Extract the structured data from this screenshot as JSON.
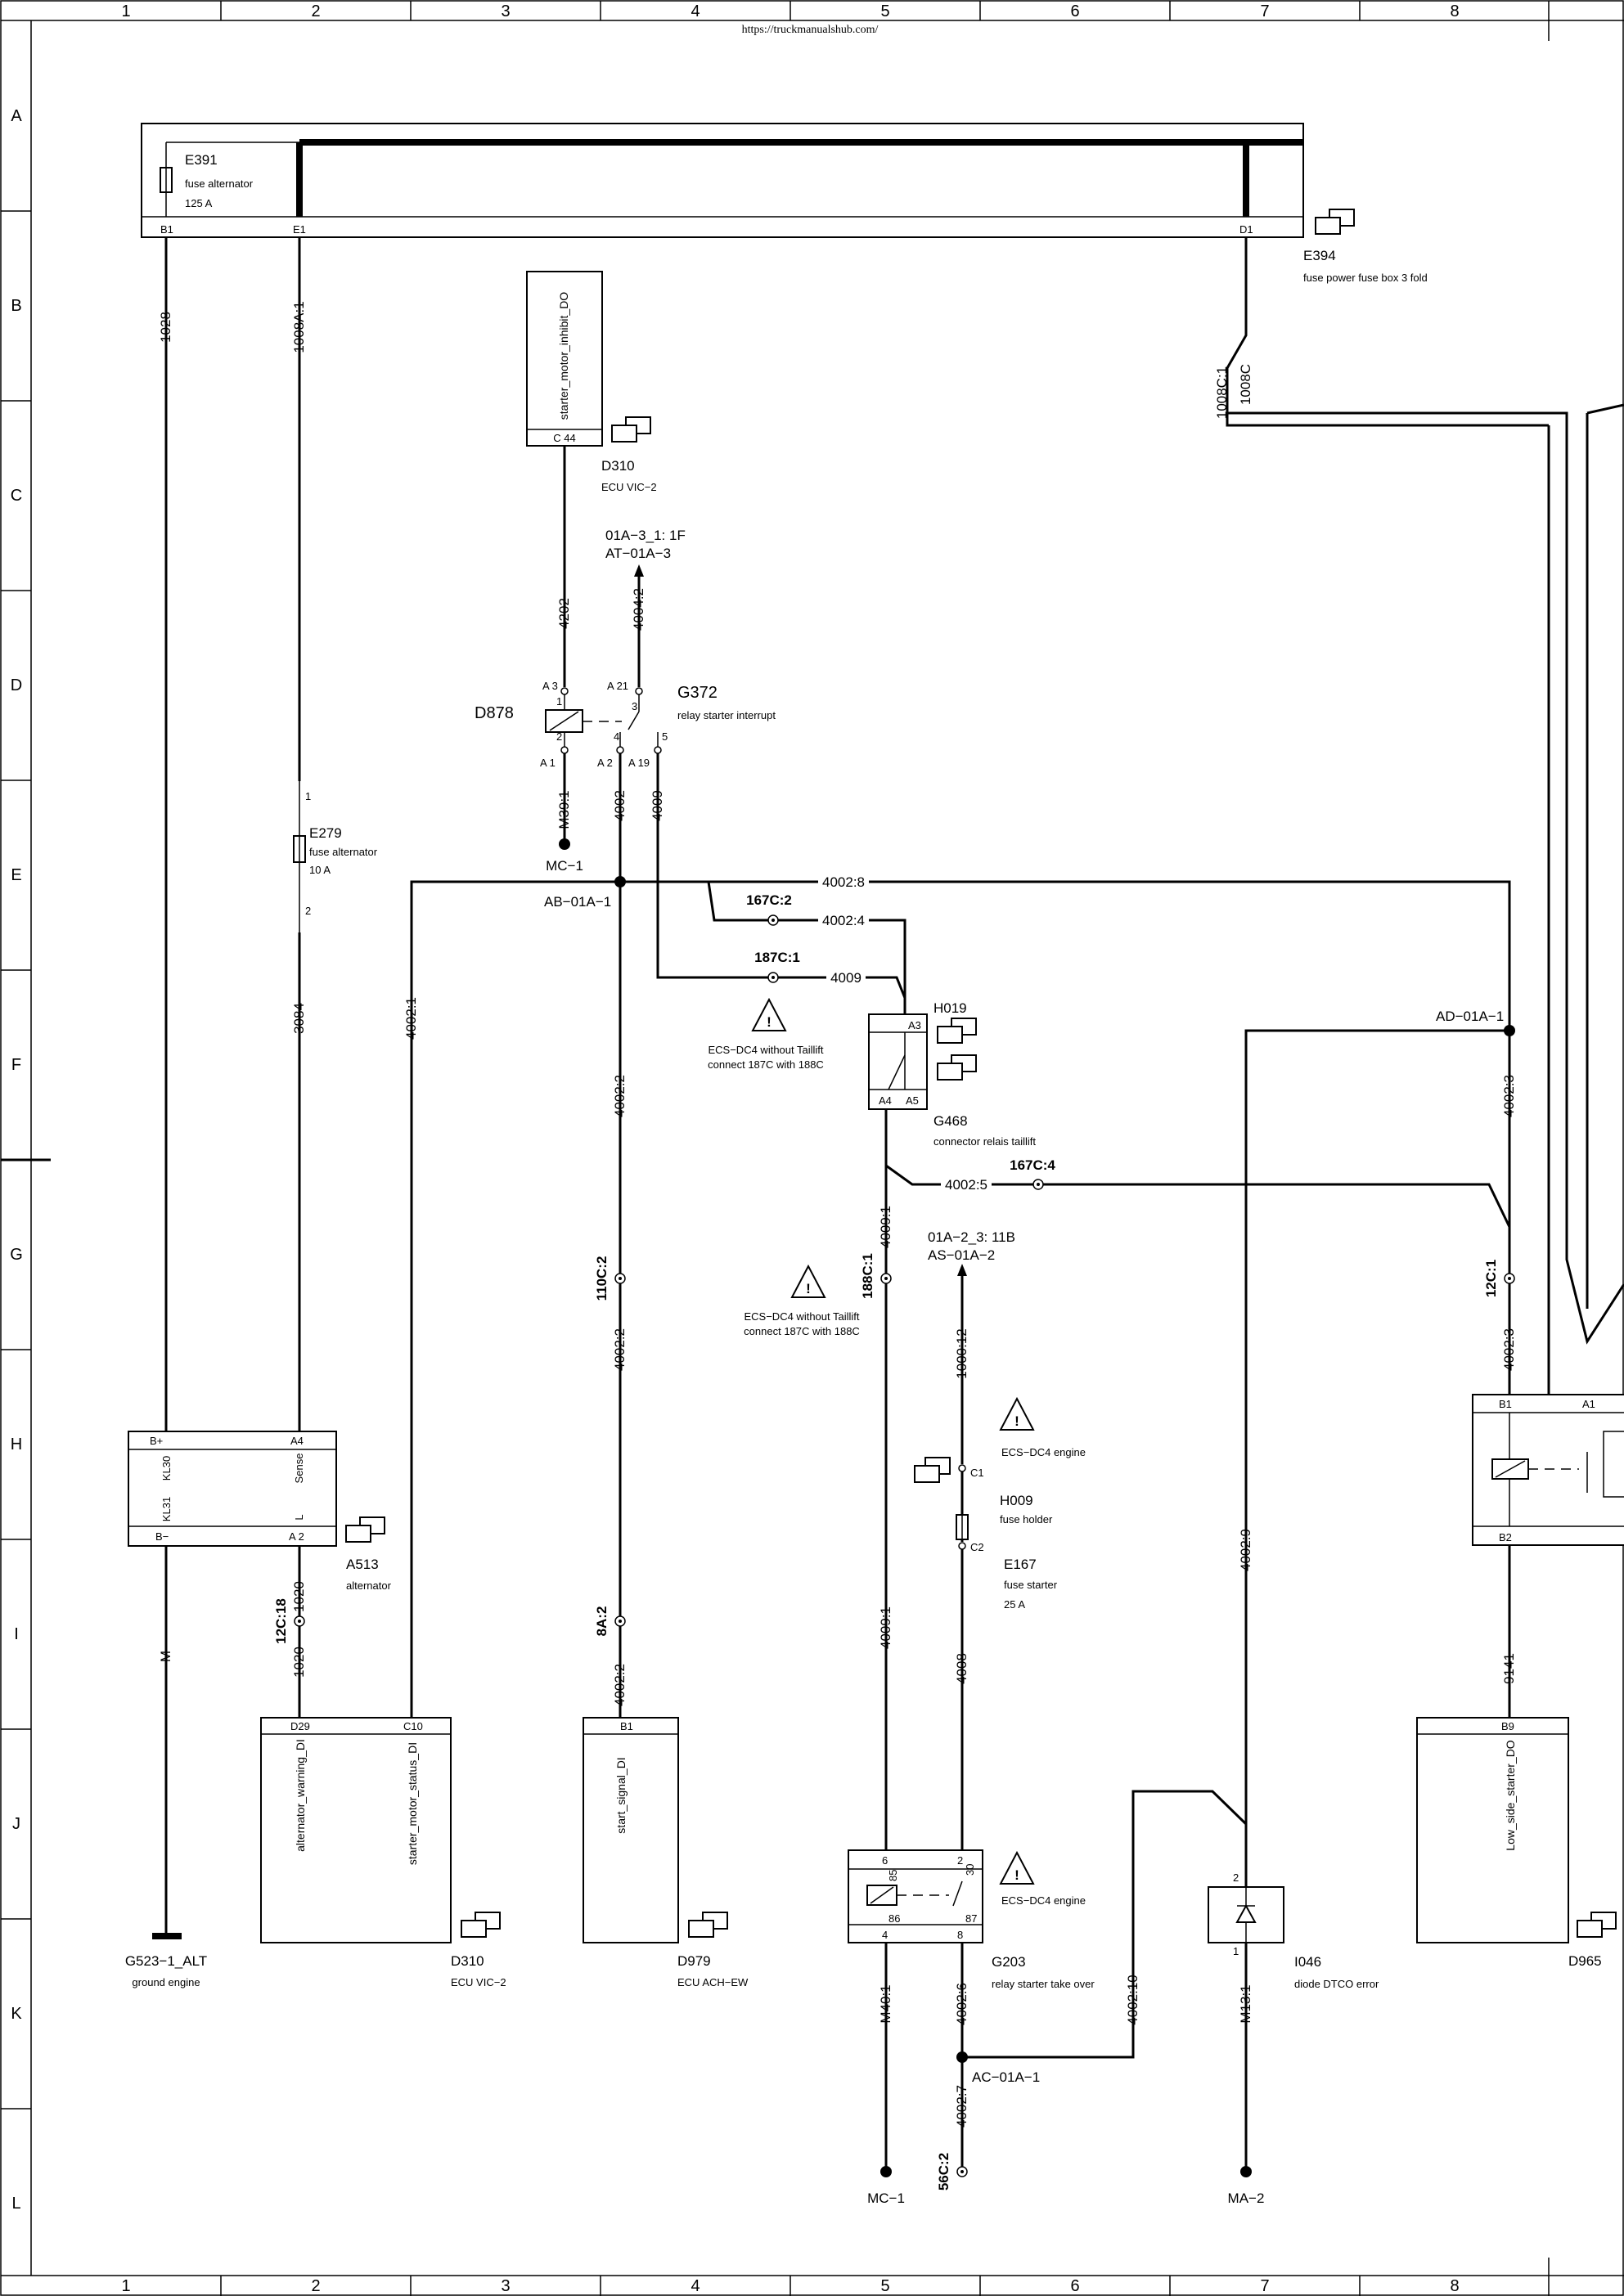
{
  "header_url": "https://truckmanualshub.com/",
  "columns": [
    "1",
    "2",
    "3",
    "4",
    "5",
    "6",
    "7",
    "8"
  ],
  "rows": [
    "A",
    "B",
    "C",
    "D",
    "E",
    "F",
    "G",
    "H",
    "I",
    "J",
    "K",
    "L"
  ],
  "components": {
    "e394": {
      "id": "E394",
      "desc": "fuse power fuse box 3 fold",
      "pin_b1": "B1",
      "pin_e1": "E1",
      "pin_d1": "D1"
    },
    "e391": {
      "id": "E391",
      "desc1": "fuse alternator",
      "desc2": "125 A"
    },
    "d310_top": {
      "id": "D310",
      "desc": "ECU VIC−2",
      "signal": "starter_motor_inhibit_DO",
      "pin": "C 44"
    },
    "d878": {
      "id": "D878"
    },
    "g372": {
      "id": "G372",
      "desc": "relay starter interrupt",
      "pins": [
        "A 3",
        "A 21",
        "A 1",
        "A 2",
        "A 19",
        "1",
        "2",
        "3",
        "4",
        "5"
      ]
    },
    "e279": {
      "id": "E279",
      "desc1": "fuse alternator",
      "desc2": "10 A",
      "pin1": "1",
      "pin2": "2"
    },
    "h019": {
      "id": "H019",
      "pin_a3": "A3",
      "pin_a4": "A4",
      "pin_a5": "A5"
    },
    "g468": {
      "id": "G468",
      "desc": "connector relais taillift"
    },
    "a513": {
      "id": "A513",
      "desc": "alternator",
      "bplus": "B+",
      "a4": "A4",
      "kl30": "KL30",
      "sense": "Sense",
      "kl31": "KL31",
      "l": "L",
      "bminus": "B−",
      "a2": "A 2"
    },
    "h009": {
      "id": "H009",
      "desc": "fuse holder",
      "c1": "C1",
      "c2": "C2"
    },
    "e167": {
      "id": "E167",
      "desc1": "fuse starter",
      "desc2": "25 A"
    },
    "d310_bottom": {
      "id": "D310",
      "desc": "ECU VIC−2",
      "pin_d29": "D29",
      "pin_c10": "C10",
      "sig1": "alternator_warning_DI",
      "sig2": "starter_motor_status_DI"
    },
    "d979": {
      "id": "D979",
      "desc": "ECU ACH−EW",
      "pin": "B1",
      "sig": "start_signal_DI"
    },
    "g203": {
      "id": "G203",
      "desc": "relay starter take over",
      "pins": [
        "6",
        "2",
        "30",
        "85",
        "86",
        "87",
        "4",
        "8"
      ]
    },
    "i046": {
      "id": "I046",
      "desc": "diode DTCO error",
      "p2": "2",
      "p1": "1"
    },
    "d965": {
      "id": "D965",
      "pin": "B9",
      "sig": "Low_side_starter_DO"
    },
    "relay_right": {
      "b1": "B1",
      "a1": "A1",
      "b2": "B2"
    },
    "g523": {
      "id": "G523−1_ALT",
      "desc": "ground engine"
    }
  },
  "wires": {
    "w1028": "1028",
    "w1008a": "1008A:1",
    "w1008c1": "1008C:1",
    "w1008c": "1008C",
    "w4202": "4202",
    "w4004": "4004:2",
    "w_m39": "M39:1",
    "w4002": "4002",
    "w4009": "4009",
    "w3084": "3084",
    "w4002_1": "4002:1",
    "w4002_8": "4002:8",
    "w4002_4": "4002:4",
    "w4009b": "4009",
    "w4002_2a": "4002:2",
    "w4002_2b": "4002:2",
    "w4002_2c": "4002:2",
    "w4009_1a": "4009:1",
    "w4009_1b": "4009:1",
    "w4002_5": "4002:5",
    "w1000_12": "1000:12",
    "w4008": "4008",
    "w1020a": "1020",
    "w1020b": "1020",
    "w_m": "M",
    "w4002_3a": "4002:3",
    "w4002_3b": "4002:3",
    "w9141": "9141",
    "w4002_9": "4002:9",
    "w_m40": "M40:1",
    "w4002_6": "4002:6",
    "w4002_10": "4002:10",
    "w4002_7": "4002:7",
    "w_m13": "M13:1"
  },
  "connectors": {
    "c167c2": "167C:2",
    "c187c1": "187C:1",
    "c167c4": "167C:4",
    "c110c2": "110C:2",
    "c188c1": "188C:1",
    "c12c1": "12C:1",
    "c12c18": "12C:18",
    "c8a2": "8A:2",
    "c56c2": "56C:2"
  },
  "nodes": {
    "mc1_top": "MC−1",
    "ab01a1": "AB−01A−1",
    "ad01a1": "AD−01A−1",
    "ac01a1": "AC−01A−1",
    "mc1_bottom": "MC−1",
    "ma2": "MA−2"
  },
  "refs": {
    "at_line1": "01A−3_1: 1F",
    "at_line2": "AT−01A−3",
    "as_line1": "01A−2_3: 11B",
    "as_line2": "AS−01A−2"
  },
  "notes": {
    "note1_l1": "ECS−DC4 without Taillift",
    "note1_l2": "connect 187C with 188C",
    "note2_l1": "ECS−DC4 without Taillift",
    "note2_l2": "connect 187C with 188C",
    "note3": "ECS−DC4  engine",
    "note4": "ECS−DC4  engine"
  }
}
